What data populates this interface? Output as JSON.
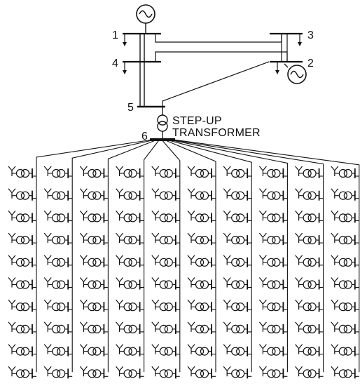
{
  "buses": {
    "bus1": "1",
    "bus2": "2",
    "bus3": "3",
    "bus4": "4",
    "bus5": "5",
    "bus6": "6"
  },
  "transformer": {
    "line1": "STEP-UP",
    "line2": "TRANSFORMER"
  },
  "wind_array": {
    "columns": 10,
    "rows": 10
  },
  "colors": {
    "ink": "#111111",
    "background": "#ffffff"
  }
}
